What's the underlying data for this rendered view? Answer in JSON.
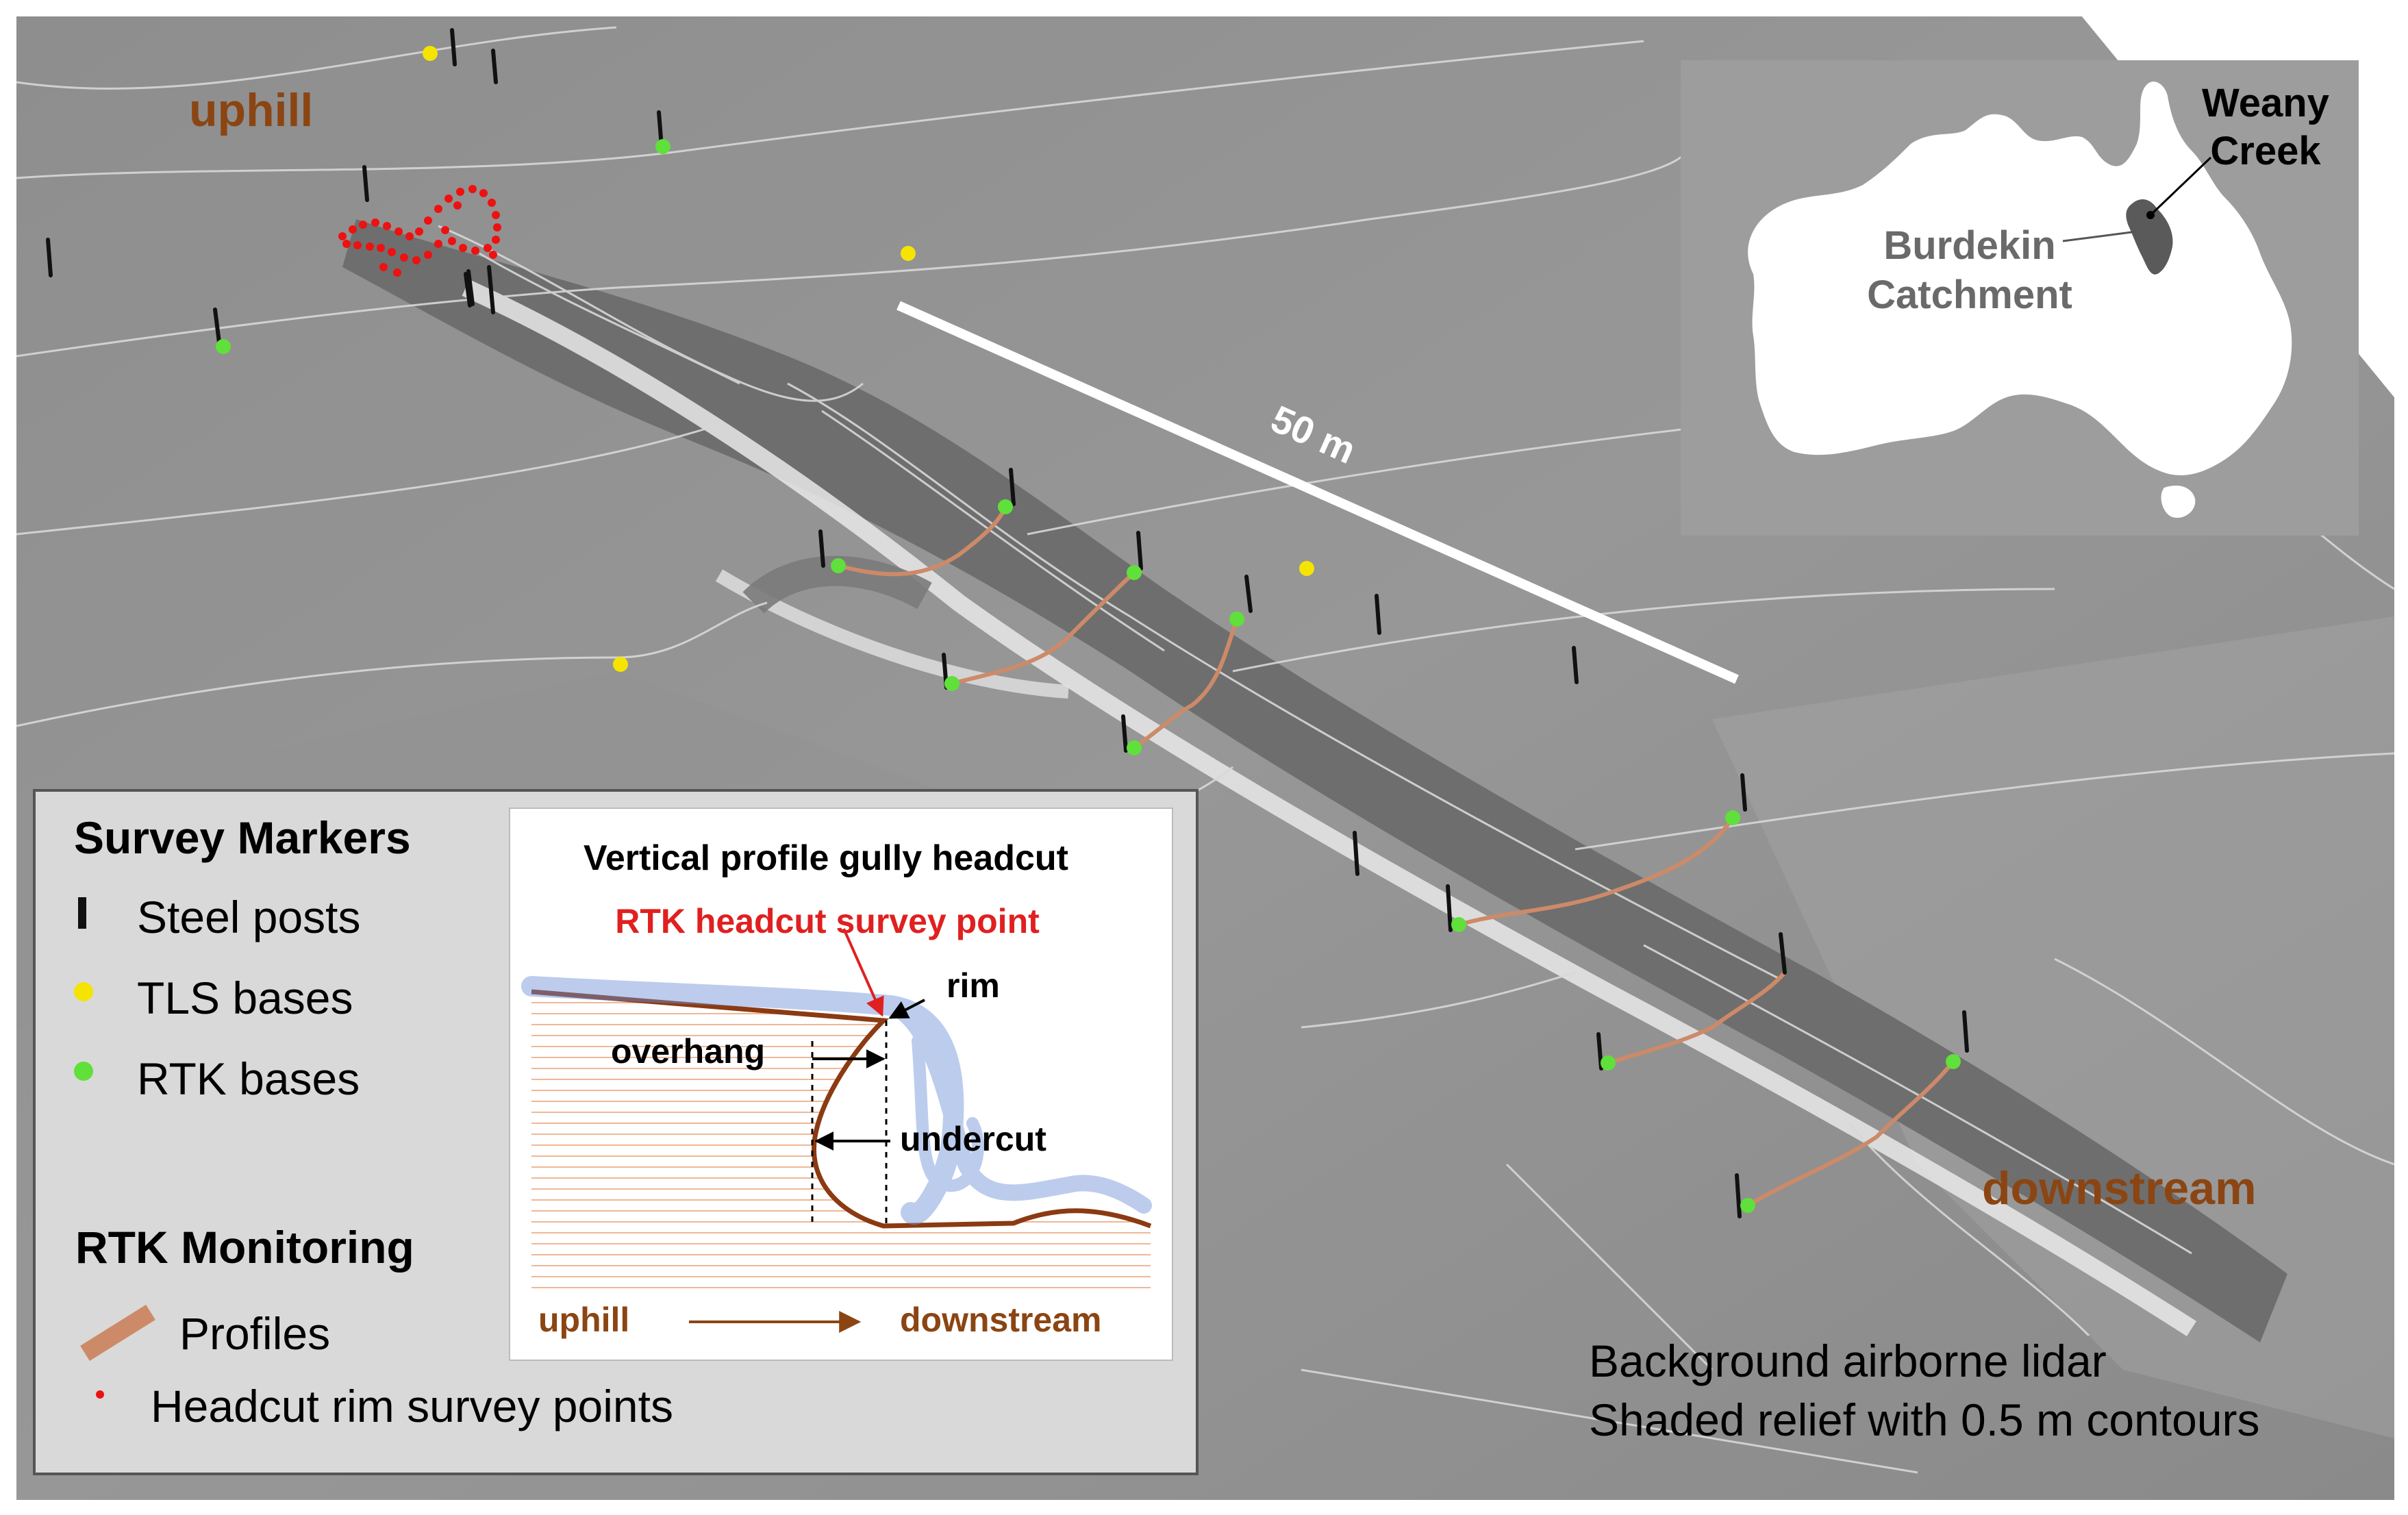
{
  "labels": {
    "uphill": "uphill",
    "downstream": "downstream",
    "scale": "50 m",
    "background_line1": "Background airborne lidar",
    "background_line2": "Shaded relief with 0.5 m contours"
  },
  "inset": {
    "location_line1": "Weany",
    "location_line2": "Creek",
    "catchment_line1": "Burdekin",
    "catchment_line2": "Catchment"
  },
  "legend": {
    "survey_title": "Survey Markers",
    "steel_posts": "Steel posts",
    "tls_bases": "TLS bases",
    "rtk_bases": "RTK bases",
    "rtk_title": "RTK Monitoring",
    "profiles": "Profiles",
    "headcut_points": "Headcut rim survey points"
  },
  "diagram": {
    "title": "Vertical profile gully headcut",
    "subtitle": "RTK headcut survey point",
    "rim": "rim",
    "overhang": "overhang",
    "undercut": "undercut",
    "uphill": "uphill",
    "downstream": "downstream"
  },
  "colors": {
    "steel_post": "#111111",
    "tls_base": "#f5e400",
    "rtk_base": "#5fe03a",
    "profile": "#cd8a68",
    "headcut_point": "#ee1111",
    "direction_label": "#8b4513",
    "subtitle": "#e02020"
  }
}
